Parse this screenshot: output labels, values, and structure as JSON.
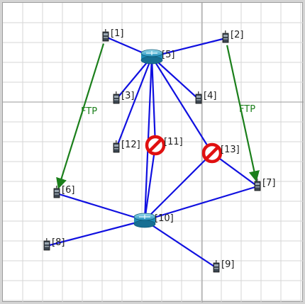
{
  "nodes": [
    {
      "id": "1",
      "label": "[1]",
      "kind": "node"
    },
    {
      "id": "2",
      "label": "[2]",
      "kind": "node"
    },
    {
      "id": "3",
      "label": "[3]",
      "kind": "node"
    },
    {
      "id": "4",
      "label": "[4]",
      "kind": "node"
    },
    {
      "id": "5",
      "label": "[5]",
      "kind": "router"
    },
    {
      "id": "6",
      "label": "[6]",
      "kind": "node"
    },
    {
      "id": "7",
      "label": "[7]",
      "kind": "node"
    },
    {
      "id": "8",
      "label": "[8]",
      "kind": "node"
    },
    {
      "id": "9",
      "label": "[9]",
      "kind": "node"
    },
    {
      "id": "10",
      "label": "[10]",
      "kind": "router"
    },
    {
      "id": "11",
      "label": "[11]",
      "kind": "blocked"
    },
    {
      "id": "12",
      "label": "[12]",
      "kind": "node"
    },
    {
      "id": "13",
      "label": "[13]",
      "kind": "blocked"
    }
  ],
  "links": [
    [
      "1",
      "5"
    ],
    [
      "2",
      "5"
    ],
    [
      "3",
      "5"
    ],
    [
      "4",
      "5"
    ],
    [
      "12",
      "5"
    ],
    [
      "11",
      "5"
    ],
    [
      "13",
      "5"
    ],
    [
      "10",
      "5"
    ],
    [
      "6",
      "10"
    ],
    [
      "8",
      "10"
    ],
    [
      "9",
      "10"
    ],
    [
      "7",
      "10"
    ],
    [
      "11",
      "10"
    ],
    [
      "13",
      "10"
    ],
    [
      "13",
      "7"
    ]
  ],
  "flows": [
    {
      "from": "1",
      "to": "6",
      "label": "FTP"
    },
    {
      "from": "2",
      "to": "7",
      "label": "FTP"
    }
  ],
  "colors": {
    "link": "#1010e0",
    "flow": "#1b7f1b",
    "grid": "#d6d6d6",
    "axis": "#9a9a9a",
    "blocked": "#e01010"
  }
}
